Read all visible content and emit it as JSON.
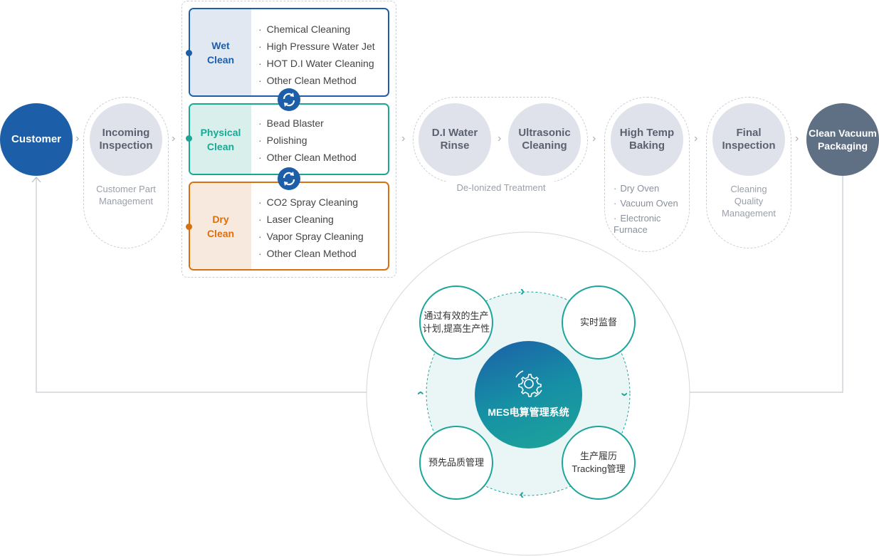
{
  "customer": "Customer",
  "incoming": {
    "title": "Incoming\nInspection",
    "caption": "Customer Part\nManagement"
  },
  "boxes": [
    {
      "label": "Wet\nClean",
      "items": [
        "Chemical Cleaning",
        "High Pressure Water Jet",
        "HOT D.I Water Cleaning",
        "Other Clean Method"
      ],
      "color": "#1c5fa8",
      "bg": "#e2e8f2"
    },
    {
      "label": "Physical\nClean",
      "items": [
        "Bead Blaster",
        "Polishing",
        "Other Clean Method"
      ],
      "color": "#1aa894",
      "bg": "#d9efec"
    },
    {
      "label": "Dry\nClean",
      "items": [
        "CO2 Spray Cleaning",
        "Laser Cleaning",
        "Vapor Spray Cleaning",
        "Other Clean Method"
      ],
      "color": "#d9700e",
      "bg": "#f8e9df"
    }
  ],
  "deionized": {
    "steps": [
      "D.I Water\nRinse",
      "Ultrasonic\nCleaning"
    ],
    "caption": "De-Ionized Treatment"
  },
  "baking": {
    "title": "High Temp\nBaking",
    "items": [
      "Dry Oven",
      "Vacuum Oven",
      "Electronic\nFurnace"
    ]
  },
  "final": {
    "title": "Final\nInspection",
    "caption": "Cleaning\nQuality\nManagement"
  },
  "packaging": "Clean Vacuum\nPackaging",
  "mes": {
    "center": "MES电算管理系统",
    "nodes": [
      "通过有效的生产\n计划,提高生产性",
      "实时监督",
      "生产履历\nTracking管理",
      "预先品质管理"
    ]
  },
  "colors": {
    "blue": "#1c5fa8",
    "teal": "#1ea59a",
    "slate": "#5f6f84",
    "gray": "#dfe2ea"
  },
  "icons": [
    "sync-icon",
    "gear-icon",
    "chevron-right-icon",
    "double-chevron-icon"
  ]
}
